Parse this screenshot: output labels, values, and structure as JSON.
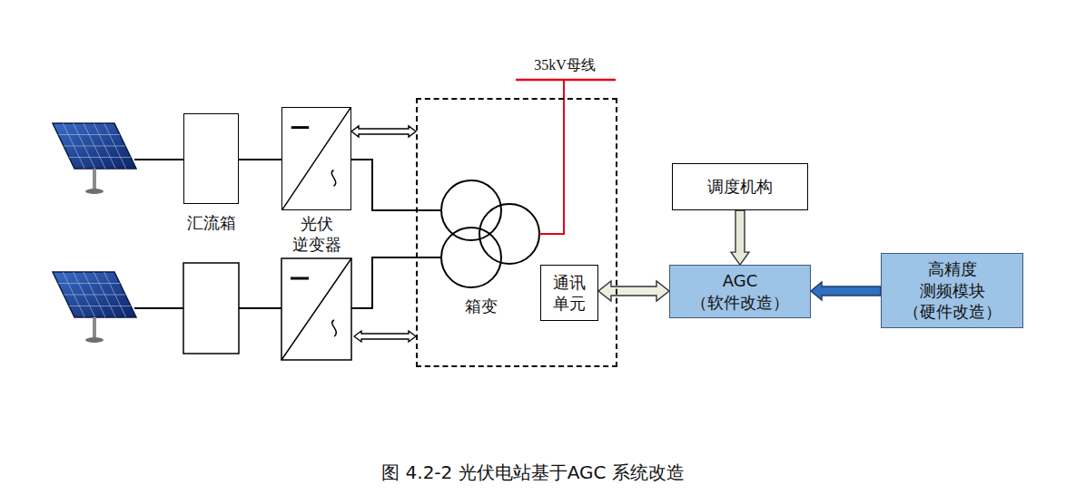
{
  "diagram": {
    "caption": "图 4.2-2 光伏电站基于AGC 系统改造",
    "nodes": [
      {
        "text": [
          "汇流箱"
        ]
      },
      {
        "text": [
          "光伏 逆变器"
        ]
      },
      {
        "text": [
          "箱变"
        ]
      },
      {
        "text": [
          "通讯 单元"
        ],
        "in": 2
      },
      {
        "text": [
          "调度机构"
        ]
      },
      {
        "text": [
          "AGC （软件改造）"
        ]
      },
      {
        "text": [
          "高精度 测频模块 （硬件改造）"
        ]
      }
    ],
    "edges": [
      {
        "from": 0,
        "to": 1,
        "arrow": "none"
      },
      {
        "from": 1,
        "to": 2,
        "arrow": "both"
      },
      {
        "from": 3,
        "to": 5,
        "arrow": "both"
      },
      {
        "from": 4,
        "to": 5,
        "arrow": "to"
      },
      {
        "from": 6,
        "to": 5,
        "arrow": "to"
      }
    ],
    "labels": [
      "35kV母线"
    ]
  }
}
